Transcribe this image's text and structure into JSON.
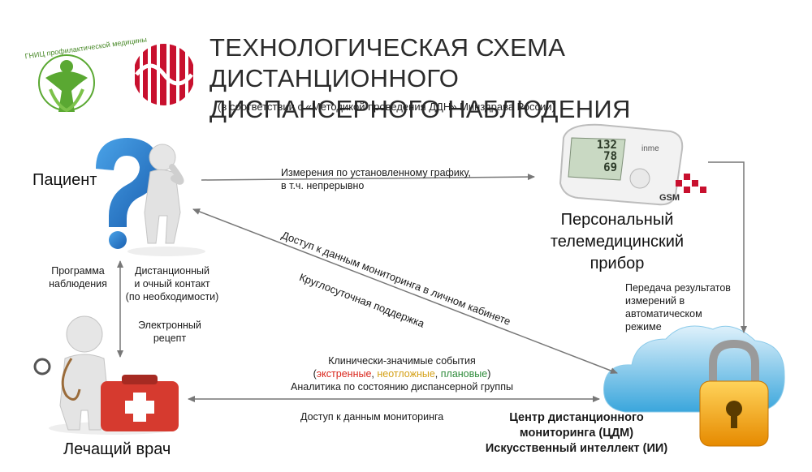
{
  "header": {
    "title_line1": "ТЕХНОЛОГИЧЕСКАЯ СХЕМА ДИСТАНЦИОННОГО",
    "title_line2": "ДИСПАНСЕРНОГО НАБЛЮДЕНИЯ",
    "subtitle": "(в соответствии с «Методикой проведения ДДН» Минздрава России)",
    "logo1_text": "ГНИЦ профилактической медицины"
  },
  "nodes": {
    "patient": "Пациент",
    "device_line1": "Персональный",
    "device_line2": "телемедицинский",
    "device_line3": "прибор",
    "doctor": "Лечащий врач",
    "center_line1": "Центр дистанционного",
    "center_line2": "мониторинга (ЦДМ)",
    "center_line3": "Искусственный интеллект (ИИ)"
  },
  "edges": {
    "measurements_line1": "Измерения по установленному графику,",
    "measurements_line2": "в т.ч. непрерывно",
    "transfer_line1": "Передача результатов",
    "transfer_line2": "измерений в",
    "transfer_line3": "автоматическом",
    "transfer_line4": "режиме",
    "program_line1": "Программа",
    "program_line2": "наблюдения",
    "contact_line1": "Дистанционный",
    "contact_line2": "и очный контакт",
    "contact_line3": "(по необходимости)",
    "recipe_line1": "Электронный",
    "recipe_line2": "рецепт",
    "diag_access": "Доступ к данным мониторинга в личном кабинете",
    "diag_support": "Круглосуточная поддержка",
    "events_line1": "Клинически-значимые события",
    "events_open": "(",
    "events_urgent": "экстренные",
    "events_sep1": ", ",
    "events_nonurgent": "неотложные",
    "events_sep2": ", ",
    "events_planned": "плановые",
    "events_close": ")",
    "analytics": "Аналитика по состоянию диспансерной группы",
    "doctor_access": "Доступ  к данным мониторинга"
  },
  "device_display": {
    "value1": "132",
    "value2": "78",
    "value3": "69",
    "brand": "inme",
    "gsm": "GSM"
  },
  "colors": {
    "urgent": "#d9261c",
    "nonurgent": "#d4a017",
    "planned": "#2e8b3a",
    "arrow": "#777777",
    "logo_green": "#5aa832",
    "logo_red": "#c8102e"
  }
}
